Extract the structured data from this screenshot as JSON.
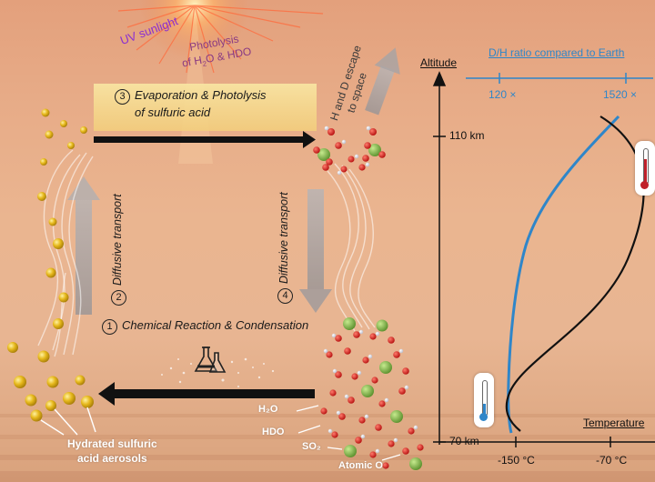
{
  "sun": {
    "uv_label": "UV sunlight",
    "photolysis_line1": "Photolysis",
    "photolysis_line2_html": "of H2O & HDO"
  },
  "escape": {
    "line1": "H and D escape",
    "line2": "to space"
  },
  "step3": {
    "num": "3",
    "line1": "Evaporation & Photolysis",
    "line2": "of sulfuric acid"
  },
  "step2": {
    "num": "2",
    "label": "Diffusive transport"
  },
  "step4": {
    "num": "4",
    "label": "Diffusive transport"
  },
  "step1": {
    "num": "1",
    "label": "Chemical Reaction & Condensation"
  },
  "aerosol_label": {
    "line1": "Hydrated sulfuric",
    "line2": "acid aerosols"
  },
  "molecules": {
    "h2o": "H₂O",
    "hdo": "HDO",
    "so2": "SO₂",
    "atomic_o": "Atomic O"
  },
  "plot": {
    "altitude_label": "Altitude",
    "dh_title": "D/H ratio compared to Earth",
    "dh_ticks": [
      "120 ×",
      "1520 ×"
    ],
    "altitude_ticks": [
      "110 km",
      "70 km"
    ],
    "temperature_label": "Temperature",
    "temp_ticks": [
      "-150 °C",
      "-70 °C"
    ]
  },
  "colors": {
    "blue_curve": "#2f86c9",
    "black_curve": "#111111",
    "aerosol": "#e6b81c",
    "oxygen": "#d21f1f",
    "sulfur": "#7db048"
  }
}
